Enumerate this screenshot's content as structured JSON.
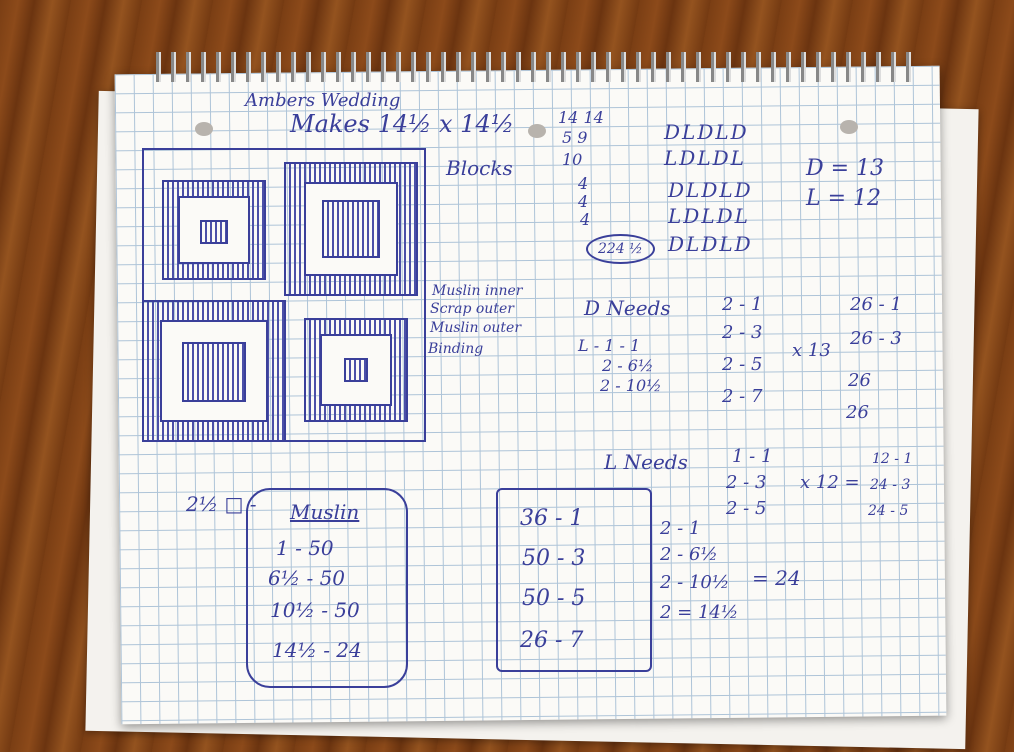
{
  "photo": {
    "description_icons": [
      "spiral-notebook-icon"
    ],
    "ink_color": "#3a3f9a",
    "highlight_color": "#6a37a8"
  },
  "title": {
    "line1": "Ambers Wedding",
    "line2": "Makes 14½ x 14½"
  },
  "blocks": {
    "label": "Blocks",
    "sum_column": [
      "14 14",
      "5 9",
      "10",
      "4",
      "4",
      "4"
    ],
    "sum_total": "224 ½",
    "grid_rows": [
      "DLDLD",
      "LDLDL",
      "DLDLD",
      "LDLDL",
      "DLDLD"
    ],
    "totals": [
      "D = 13",
      "L = 12"
    ]
  },
  "fabric_list": [
    "Muslin inner",
    "Scrap outer",
    "Muslin outer",
    "Binding"
  ],
  "d_needs": {
    "label": "D Needs",
    "items": [
      "2 - 1",
      "2 - 3",
      "2 - 5",
      "2 - 7"
    ],
    "multiplier": "x 13",
    "results": [
      "26 - 1",
      "26 - 3",
      "26",
      "26"
    ],
    "l_items": [
      "L - 1 - 1",
      "2 - 6½",
      "2 - 10½"
    ]
  },
  "l_needs": {
    "label": "L Needs",
    "items": [
      "1 - 1",
      "2 - 3",
      "2 - 5"
    ],
    "multiplier": "x 12 =",
    "results": [
      "12 - 1",
      "24 - 3",
      "24 - 5"
    ]
  },
  "muslin": {
    "square_label": "2½ □ -",
    "title": "Muslin",
    "rows": [
      "1 - 50",
      "6½ - 50",
      "10½ - 50",
      "14½ - 24"
    ]
  },
  "scrap_box": {
    "rows": [
      "36 - 1",
      "50 - 3",
      "50 - 5",
      "26 - 7"
    ]
  },
  "binding": {
    "rows": [
      "2 - 1",
      "2 - 6½",
      "2 - 10½",
      "2 = 14½"
    ],
    "total": "= 24"
  }
}
